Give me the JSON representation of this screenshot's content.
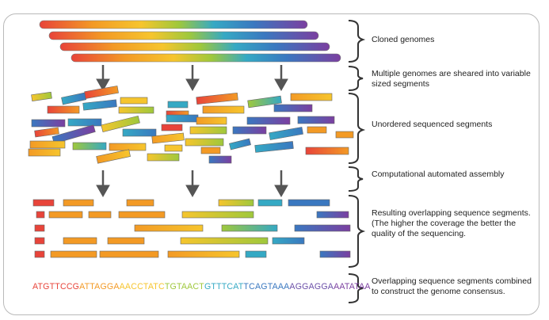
{
  "stage_labels": [
    "Cloned genomes",
    "Multiple genomes are sheared into variable sized segments",
    "Unordered sequenced segments",
    "Computational automated assembly",
    "Resulting overlapping sequence segments. (The higher the coverage the better the quality of the sequencing.",
    "Overlapping sequence segments combined to construct the genome consensus."
  ],
  "consensus_sequence": "ATGTTCCGATTAGGAAACCTATCTGTAACTGTTTCATTCAGTAAAAGGAGGAAATATAA",
  "colors": {
    "spectrum": [
      "#e8443a",
      "#f39a25",
      "#f6c52d",
      "#9fc83c",
      "#35a9c4",
      "#3a78c0",
      "#6a4ea8",
      "#7b3fa0"
    ],
    "arrow": "#555555",
    "bracket": "#333333",
    "frame_border": "#b9b9b9"
  }
}
